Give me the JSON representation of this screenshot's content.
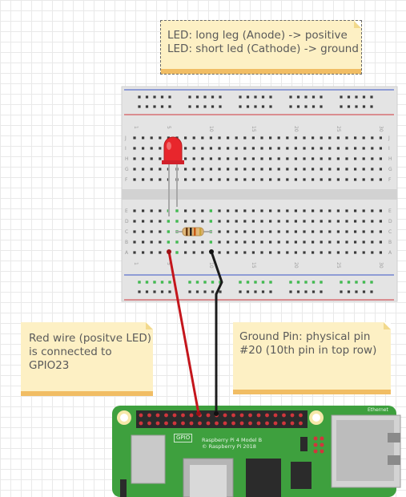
{
  "notes": {
    "led": {
      "line1": "LED: long leg (Anode) -> positive",
      "line2": "LED: short led (Cathode) -> ground"
    },
    "red_wire": {
      "line1": "Red wire (positve LED)",
      "line2": "is connected to",
      "line3": "GPIO23"
    },
    "ground": {
      "line1": "Ground Pin: physical pin",
      "line2": "#20 (10th pin in top row)"
    }
  },
  "breadboard": {
    "column_numbers": [
      "1",
      "5",
      "10",
      "15",
      "20",
      "25",
      "30"
    ],
    "row_letters_top": [
      "J",
      "I",
      "H",
      "G",
      "F"
    ],
    "row_letters_bottom": [
      "E",
      "D",
      "C",
      "B",
      "A"
    ]
  },
  "pi": {
    "gpio_label": "GPIO",
    "model_line1": "Raspberry Pi 4 Model B",
    "model_line2": "© Raspberry Pi 2018",
    "ethernet_label": "Ethernet"
  },
  "colors": {
    "red_wire": "#c4161c",
    "ground_wire": "#1b1b1b",
    "pcb": "#3ea03e",
    "note_bg": "#fdf0c4",
    "note_strip": "#f1bd64",
    "led": "#e8262c"
  }
}
